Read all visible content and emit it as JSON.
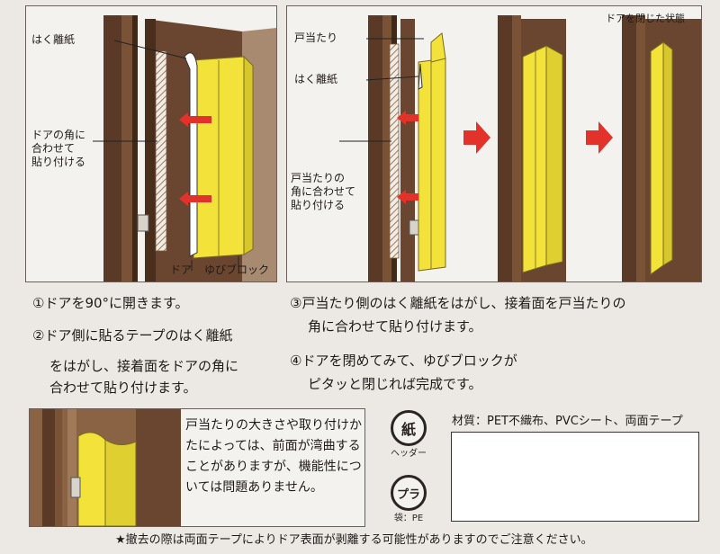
{
  "diagram1": {
    "label_peel": "はく離紙",
    "label_align": "ドアの角に\n合わせて\n貼り付ける",
    "label_door": "ドア",
    "label_block": "ゆびブロック"
  },
  "diagram2": {
    "label_stopper": "戸当たり",
    "label_peel": "はく離紙",
    "label_align": "戸当たりの\n角に合わせて\n貼り付ける",
    "label_closed": "ドアを閉じた状態"
  },
  "steps": {
    "s1": "①ドアを90°に開きます。",
    "s2a": "②ドア側に貼るテープのはく離紙",
    "s2b": "をはがし、接着面をドアの角に",
    "s2c": "合わせて貼り付けます。",
    "s3a": "③戸当たり側のはく離紙をはがし、接着面を戸当たりの",
    "s3b": "角に合わせて貼り付けます。",
    "s4a": "④ドアを閉めてみて、ゆびブロックが",
    "s4b": "ピタッと閉じれば完成です。"
  },
  "note": {
    "text": "戸当たりの大きさや取り付けかたによっては、前面が湾曲することがありますが、機能性については問題ありません。"
  },
  "recycle": {
    "paper_symbol": "紙",
    "paper_label": "ヘッダー",
    "plastic_symbol": "プラ",
    "plastic_label": "袋：PE"
  },
  "material": "材質：PET不織布、PVCシート、両面テープ",
  "footer": "★撤去の際は両面テープによりドア表面が剥離する可能性がありますのでご注意ください。",
  "colors": {
    "yellow": "#f2e23a",
    "wood_dark": "#5a3a26",
    "wood_mid": "#7a5236",
    "arrow_red": "#e3322a"
  }
}
